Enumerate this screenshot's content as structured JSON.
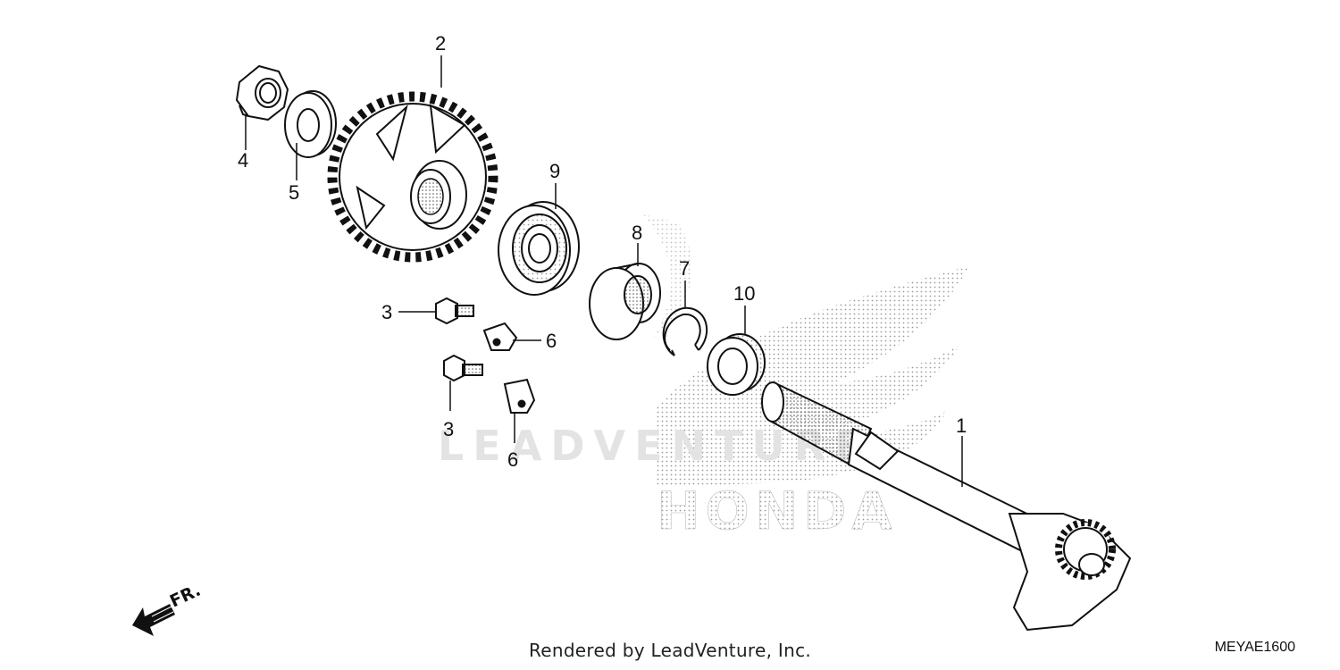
{
  "diagram": {
    "watermark_top": "LEADVENTURE",
    "watermark_brand": "HONDA",
    "credit": "Rendered by LeadVenture, Inc.",
    "diagram_code": "MEYAE1600",
    "direction_label": "FR.",
    "callouts": {
      "c1": "1",
      "c2": "2",
      "c3a": "3",
      "c3b": "3",
      "c4": "4",
      "c5": "5",
      "c6a": "6",
      "c6b": "6",
      "c7": "7",
      "c8": "8",
      "c9": "9",
      "c10": "10"
    }
  }
}
